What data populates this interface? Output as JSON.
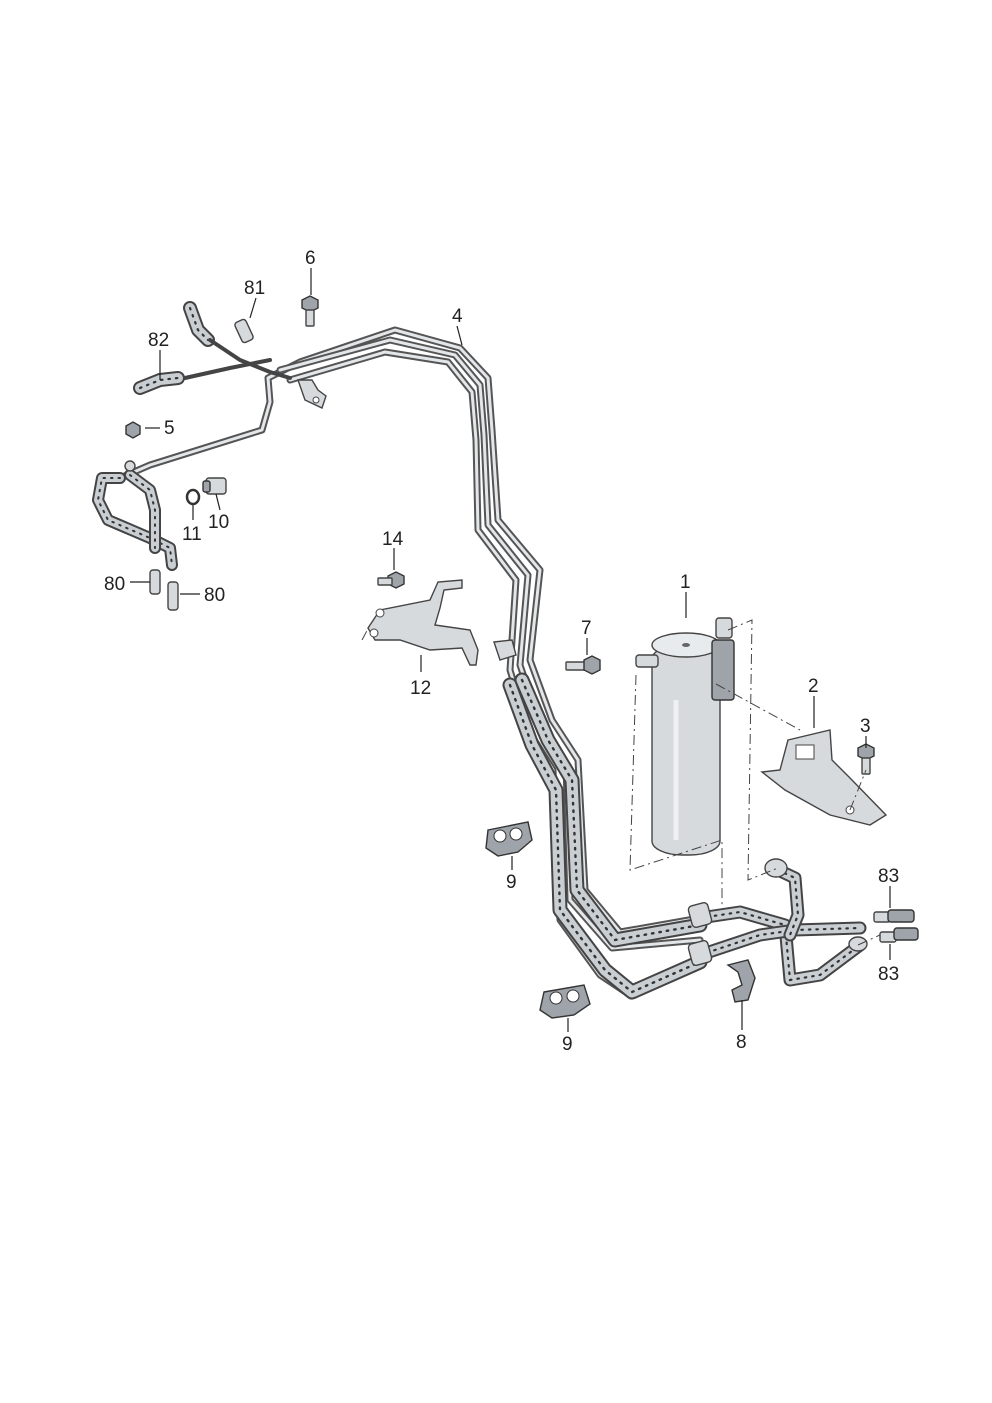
{
  "callouts": {
    "c1": "1",
    "c2": "2",
    "c3": "3",
    "c4": "4",
    "c5": "5",
    "c6": "6",
    "c7": "7",
    "c8": "8",
    "c9a": "9",
    "c9b": "9",
    "c10": "10",
    "c11": "11",
    "c12": "12",
    "c14": "14",
    "c80a": "80",
    "c80b": "80",
    "c81": "81",
    "c82": "82",
    "c83a": "83",
    "c83b": "83"
  }
}
